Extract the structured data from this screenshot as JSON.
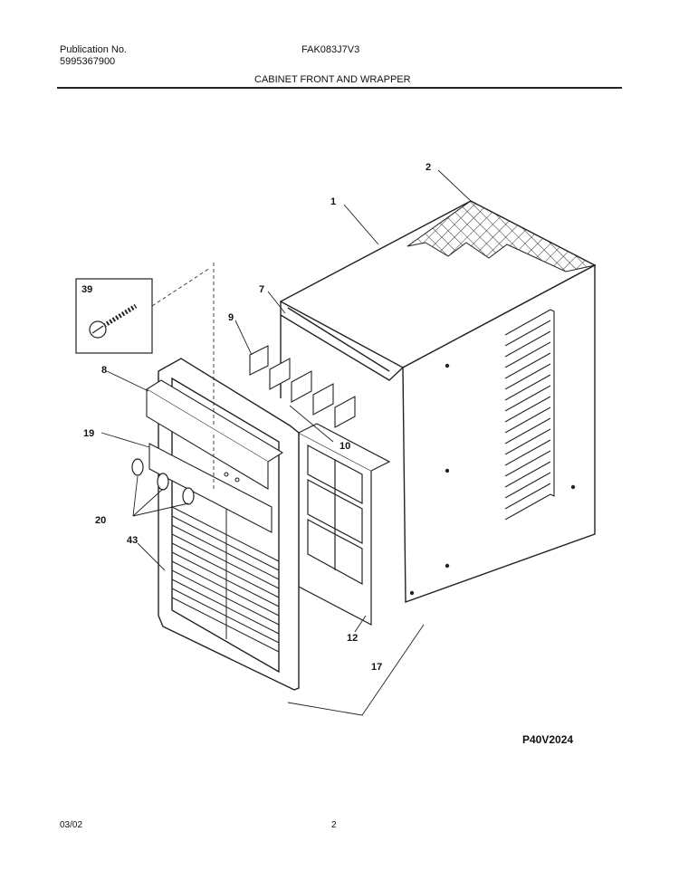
{
  "header": {
    "publication_label": "Publication No.",
    "publication_number": "5995367900",
    "model": "FAK083J7V3",
    "section_title": "CABINET FRONT AND WRAPPER"
  },
  "callouts": {
    "c1": "1",
    "c2": "2",
    "c7": "7",
    "c8": "8",
    "c9": "9",
    "c10": "10",
    "c12": "12",
    "c17": "17",
    "c19": "19",
    "c20": "20",
    "c39": "39",
    "c43": "43"
  },
  "diagram_code": "P40V2024",
  "footer": {
    "date": "03/02",
    "page": "2"
  }
}
